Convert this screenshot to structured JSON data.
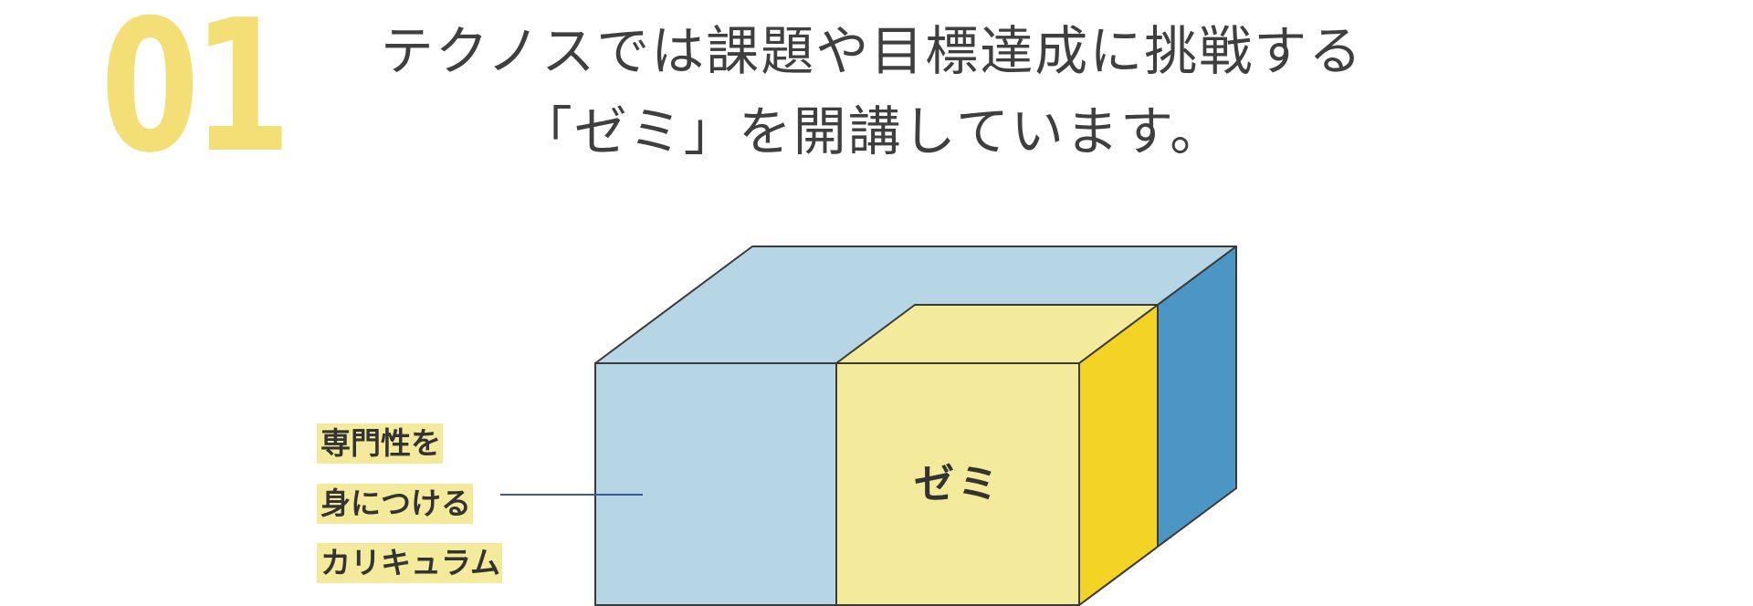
{
  "section_number": "01",
  "headline": {
    "line1": "テクノスでは課題や目標達成に挑戦する",
    "line2": "「ゼミ」を開講しています。"
  },
  "diagram": {
    "inner_box_label": "ゼミ",
    "outer_box_label_lines": [
      "専門性を",
      "身につける",
      "カリキュラム"
    ],
    "colors": {
      "outer_front": "#b7d6e5",
      "outer_top": "#b7d6e5",
      "outer_side": "#4b96c4",
      "inner_front": "#f4ea9c",
      "inner_top": "#f4ea9c",
      "inner_side": "#f3d323",
      "stroke": "#3a3a3a",
      "leader_line": "#3b5aa0",
      "label_highlight": "#f4ea9c",
      "number": "#f4df76"
    }
  }
}
